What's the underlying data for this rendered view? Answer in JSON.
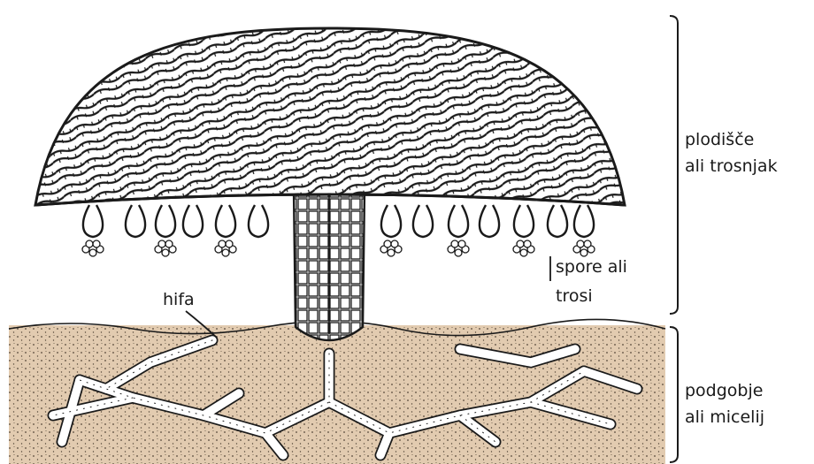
{
  "labels": {
    "cap": [
      "plodišče",
      "ali trosnjak"
    ],
    "spores": [
      "spore ali",
      "trosi"
    ],
    "hypha": "hifa",
    "mycelium": [
      "podgobje",
      "ali micelij"
    ]
  },
  "colors": {
    "soil": "#e2cbb0",
    "ink": "#1a1a1a",
    "paper": "#ffffff"
  }
}
